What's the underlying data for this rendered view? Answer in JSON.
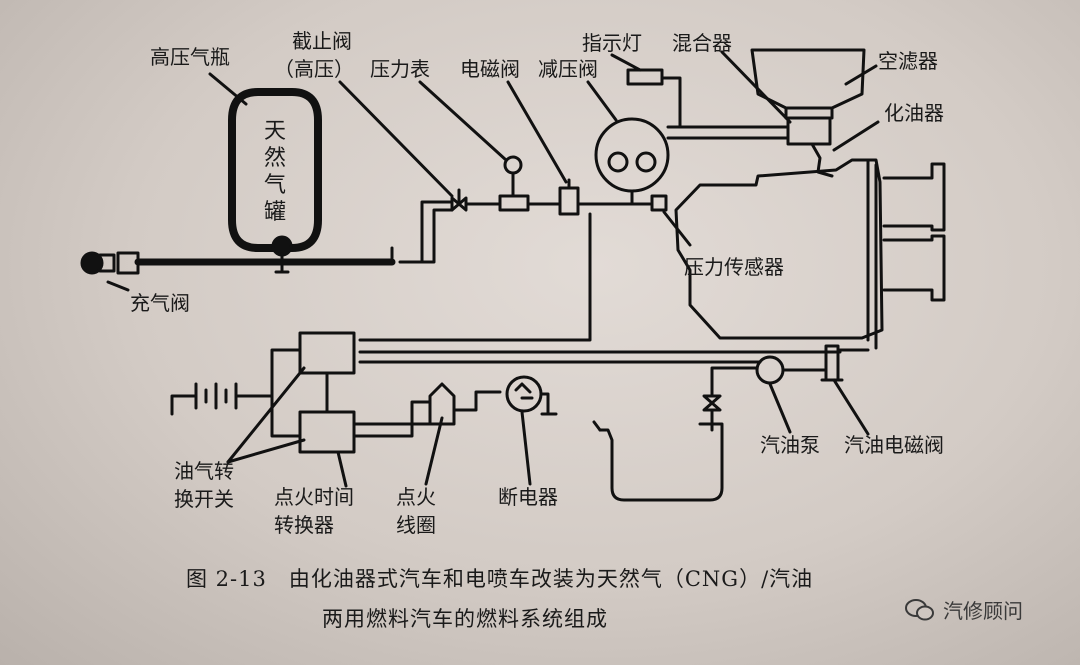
{
  "labels": {
    "high_pressure_cylinder": "高压气瓶",
    "shutoff_valve_line1": "截止阀",
    "shutoff_valve_line2": "（高压）",
    "pressure_gauge": "压力表",
    "solenoid_valve": "电磁阀",
    "pressure_reducer": "减压阀",
    "indicator_light": "指示灯",
    "mixer": "混合器",
    "air_filter": "空滤器",
    "carburetor": "化油器",
    "pressure_sensor": "压力传感器",
    "charging_valve": "充气阀",
    "fuel_switch_line1": "油气转",
    "fuel_switch_line2": "换开关",
    "ignition_converter_line1": "点火时间",
    "ignition_converter_line2": "转换器",
    "ignition_coil_line1": "点火",
    "ignition_coil_line2": "线圈",
    "breaker": "断电器",
    "gasoline_pump": "汽油泵",
    "gasoline_solenoid_valve": "汽油电磁阀"
  },
  "tank_text": [
    "天",
    "然",
    "气",
    "罐"
  ],
  "caption": {
    "line1": "图 2-13　由化油器式汽车和电喷车改装为天然气（CNG）/汽油",
    "line2": "两用燃料汽车的燃料系统组成"
  },
  "watermark": {
    "text": "汽修顾问"
  }
}
